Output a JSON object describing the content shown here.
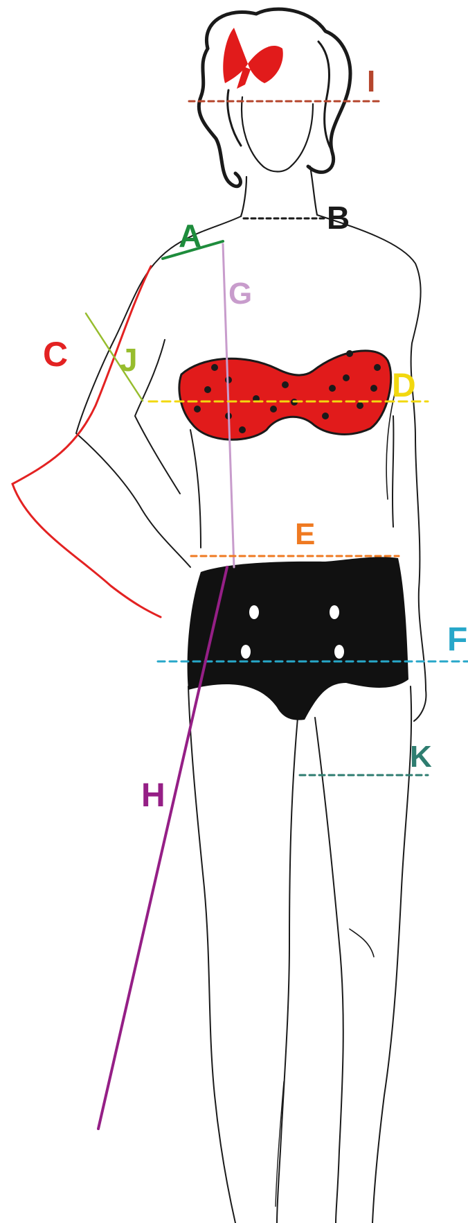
{
  "measurements": [
    {
      "letter": "A",
      "color": "#1e8c3c"
    },
    {
      "letter": "B",
      "color": "#1a1a1a"
    },
    {
      "letter": "C",
      "color": "#e32222"
    },
    {
      "letter": "D",
      "color": "#f2d80f"
    },
    {
      "letter": "E",
      "color": "#ef7a22"
    },
    {
      "letter": "F",
      "color": "#27a7c9"
    },
    {
      "letter": "G",
      "color": "#c89ccc"
    },
    {
      "letter": "H",
      "color": "#951f86"
    },
    {
      "letter": "I",
      "color": "#b5452c"
    },
    {
      "letter": "J",
      "color": "#97bd2e"
    },
    {
      "letter": "K",
      "color": "#2e7d70"
    }
  ],
  "colors": {
    "outline": "#1a1a1a",
    "bow": "#e11b1b",
    "bra": "#e11b1b",
    "bra_dots": "#1a1a1a",
    "briefs": "#111111",
    "briefs_dots": "#ffffff"
  }
}
